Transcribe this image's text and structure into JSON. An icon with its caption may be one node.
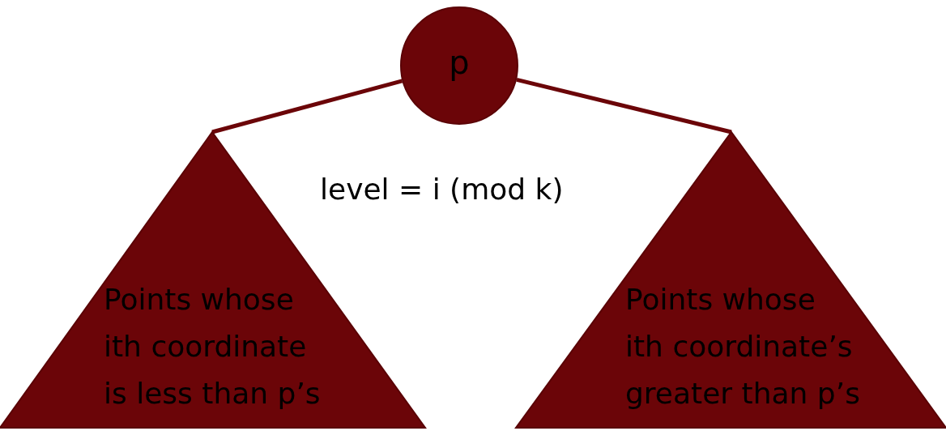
{
  "diagram": {
    "nodes": [
      {
        "text": [
          "p"
        ]
      },
      {
        "text": [
          "Points whose ith coordinate is less than p’s"
        ]
      },
      {
        "text": [
          "Points whose ith coordinate’s greater than p’s"
        ]
      }
    ],
    "edges": [
      {
        "from": 0,
        "to": 1,
        "arrow": "none"
      },
      {
        "from": 0,
        "to": 2,
        "arrow": "none"
      }
    ],
    "labels": [
      "level = i (mod k)"
    ]
  }
}
